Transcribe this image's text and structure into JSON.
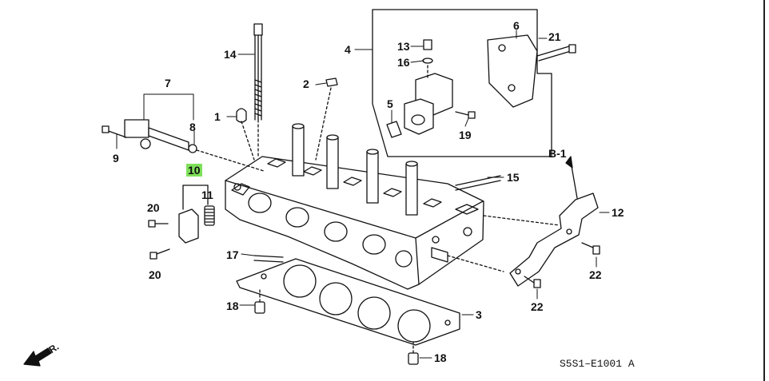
{
  "diagram": {
    "part_labels": {
      "p1": "1",
      "p2": "2",
      "p3": "3",
      "p4": "4",
      "p5": "5",
      "p6": "6",
      "p7": "7",
      "p8": "8",
      "p9": "9",
      "p10": "10",
      "p11": "11",
      "p12": "12",
      "p13": "13",
      "p14": "14",
      "p15": "15",
      "p16": "16",
      "p17": "17",
      "p18a": "18",
      "p18b": "18",
      "p19": "19",
      "p20a": "20",
      "p20b": "20",
      "p21": "21",
      "p22a": "22",
      "p22b": "22"
    },
    "ref_label": "B-1",
    "front_label": "FR.",
    "drawing_code": "S5S1–E1001 A",
    "highlight_color": "#7ee05a"
  }
}
